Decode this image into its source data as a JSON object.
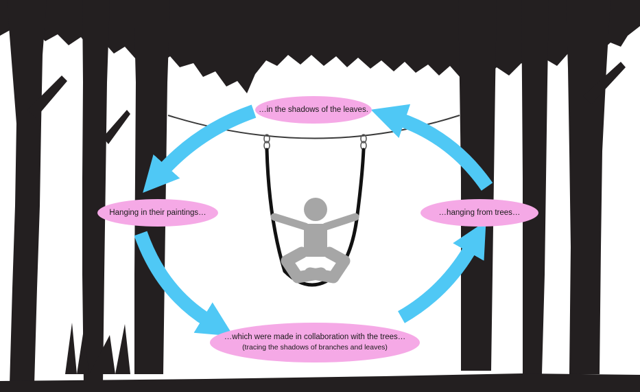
{
  "colors": {
    "silhouette": "#231f20",
    "arrow": "#4fc8f5",
    "bubble": "#f5a9e6",
    "figure": "#a6a6a6",
    "background": "#ffffff"
  },
  "icons": {
    "person": "person-on-swing-icon"
  },
  "labels": {
    "top": "…in the shadows of the leaves.",
    "left": "Hanging in their paintings…",
    "right": "…hanging from trees…",
    "bottom_line1": "…which were made in collaboration with the trees…",
    "bottom_line2": "(tracing the shadows of branches and leaves)"
  }
}
